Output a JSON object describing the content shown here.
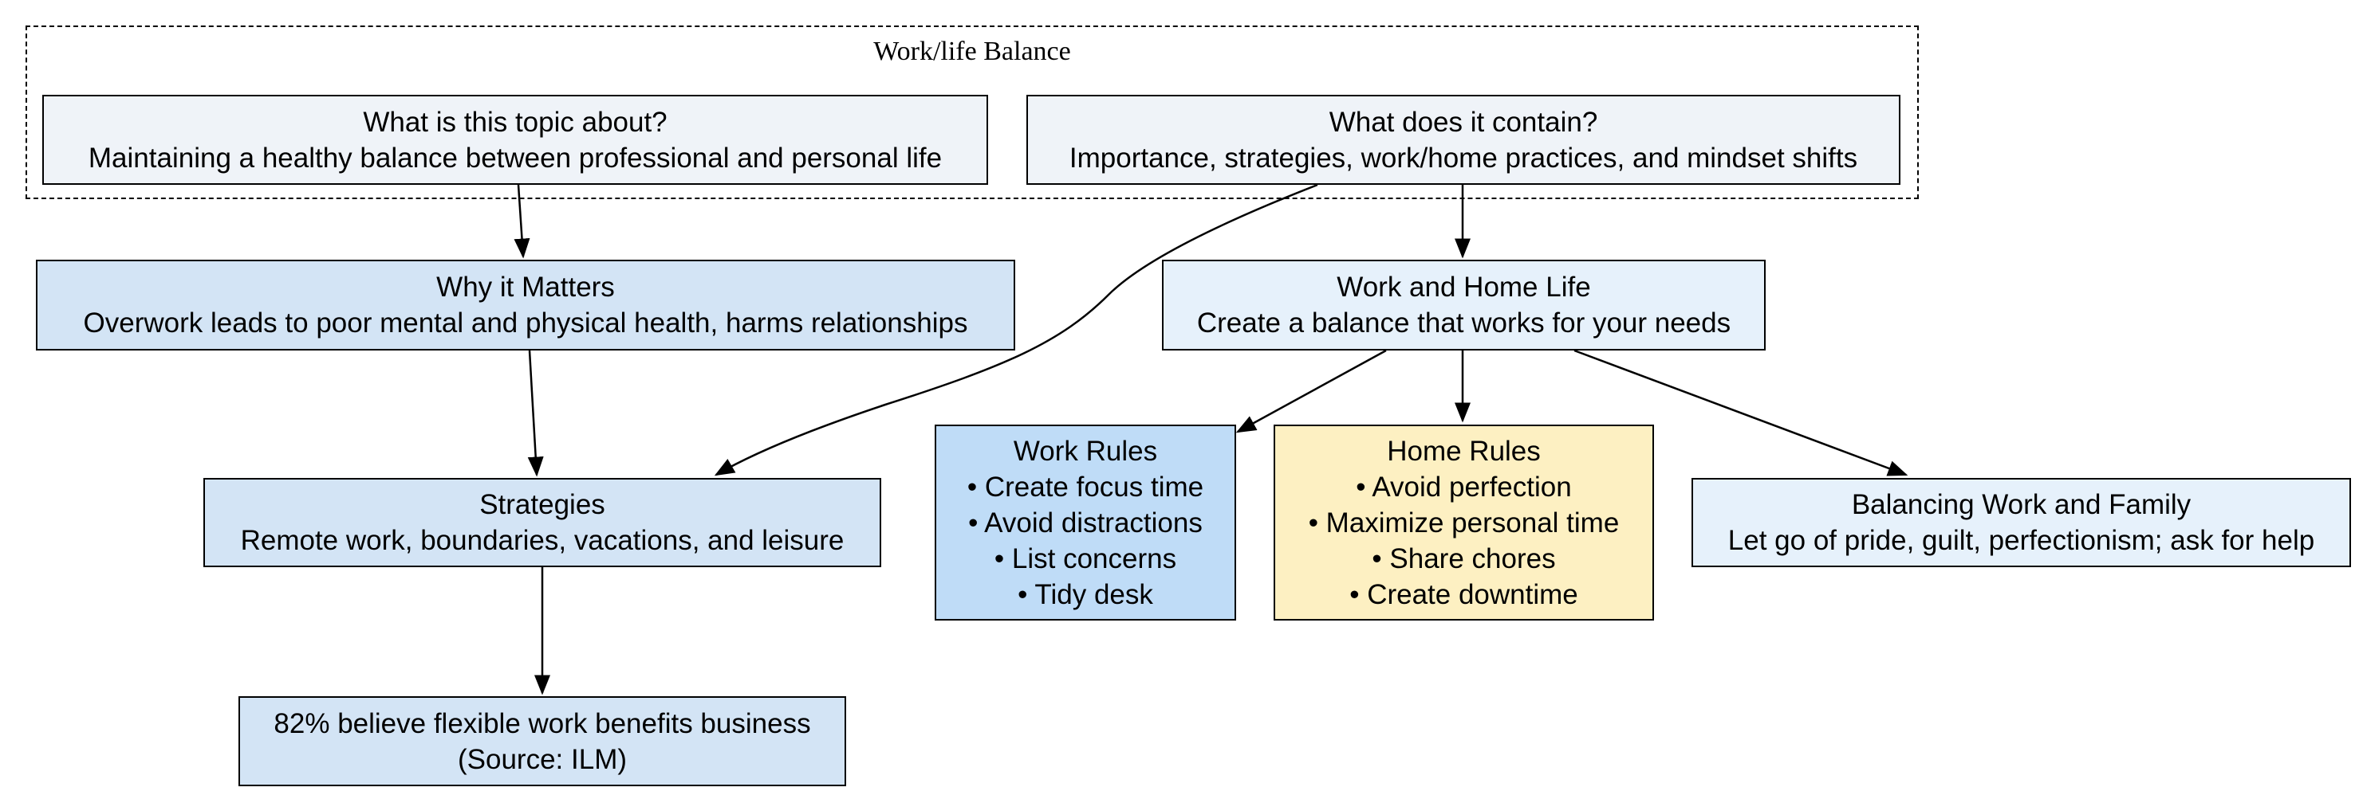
{
  "cluster": {
    "title": "Work/life Balance"
  },
  "nodes": {
    "topic": {
      "title": "What is this topic about?",
      "text": "Maintaining a healthy balance between professional and personal life",
      "fill": "#eff3f8"
    },
    "contents": {
      "title": "What does it contain?",
      "text": "Importance, strategies, work/home practices, and mindset shifts",
      "fill": "#eff3f8"
    },
    "why": {
      "title": "Why it Matters",
      "text": "Overwork leads to poor mental and physical health, harms relationships",
      "fill": "#d3e4f5"
    },
    "workhome": {
      "title": "Work and Home Life",
      "text": "Create a balance that works for your needs",
      "fill": "#e6f1fb"
    },
    "strategies": {
      "title": "Strategies",
      "text": "Remote work, boundaries, vacations, and leisure",
      "fill": "#d3e4f5"
    },
    "workrules": {
      "title": "Work Rules",
      "items": [
        "• Create focus time",
        "• Avoid distractions",
        "• List concerns",
        "• Tidy desk"
      ],
      "fill": "#bfdcf7"
    },
    "homerules": {
      "title": "Home Rules",
      "items": [
        "• Avoid perfection",
        "• Maximize personal time",
        "• Share chores",
        "• Create downtime"
      ],
      "fill": "#fdf0c2"
    },
    "family": {
      "title": "Balancing Work and Family",
      "text": "Let go of pride, guilt, perfectionism; ask for help",
      "fill": "#e6f1fb"
    },
    "stat": {
      "title": "82% believe flexible work benefits business",
      "text": "(Source: ILM)",
      "fill": "#d3e4f5"
    }
  },
  "edges": [
    {
      "from": "What is this topic about?",
      "to": "Why it Matters"
    },
    {
      "from": "What does it contain?",
      "to": "Work and Home Life"
    },
    {
      "from": "What does it contain?",
      "to": "Strategies"
    },
    {
      "from": "Why it Matters",
      "to": "Strategies"
    },
    {
      "from": "Strategies",
      "to": "82% believe flexible work benefits business"
    },
    {
      "from": "Work and Home Life",
      "to": "Work Rules"
    },
    {
      "from": "Work and Home Life",
      "to": "Home Rules"
    },
    {
      "from": "Work and Home Life",
      "to": "Balancing Work and Family"
    }
  ]
}
